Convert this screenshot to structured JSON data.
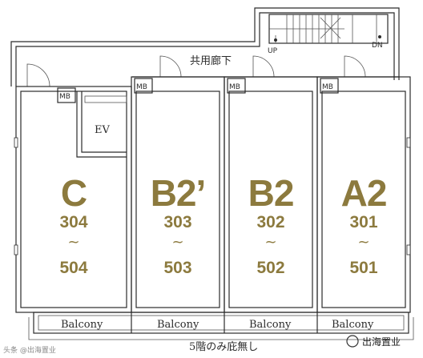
{
  "common_corridor": "共用廊下",
  "elevator": "EV",
  "stair_up": "UP",
  "stair_down": "DN",
  "meter_box": "MB",
  "units": [
    {
      "type": "C",
      "top": "304",
      "sep": "~",
      "bottom": "504"
    },
    {
      "type": "B2’",
      "top": "303",
      "sep": "~",
      "bottom": "503"
    },
    {
      "type": "B2",
      "top": "302",
      "sep": "~",
      "bottom": "502"
    },
    {
      "type": "A2",
      "top": "301",
      "sep": "~",
      "bottom": "501"
    }
  ],
  "balcony": "Balcony",
  "note_5f": "5階のみ庇無し",
  "watermark_right": "出海置业",
  "watermark_left": "头条 @出海置业",
  "colors": {
    "accent": "#8c7a3e",
    "line": "#2b2b2b"
  }
}
